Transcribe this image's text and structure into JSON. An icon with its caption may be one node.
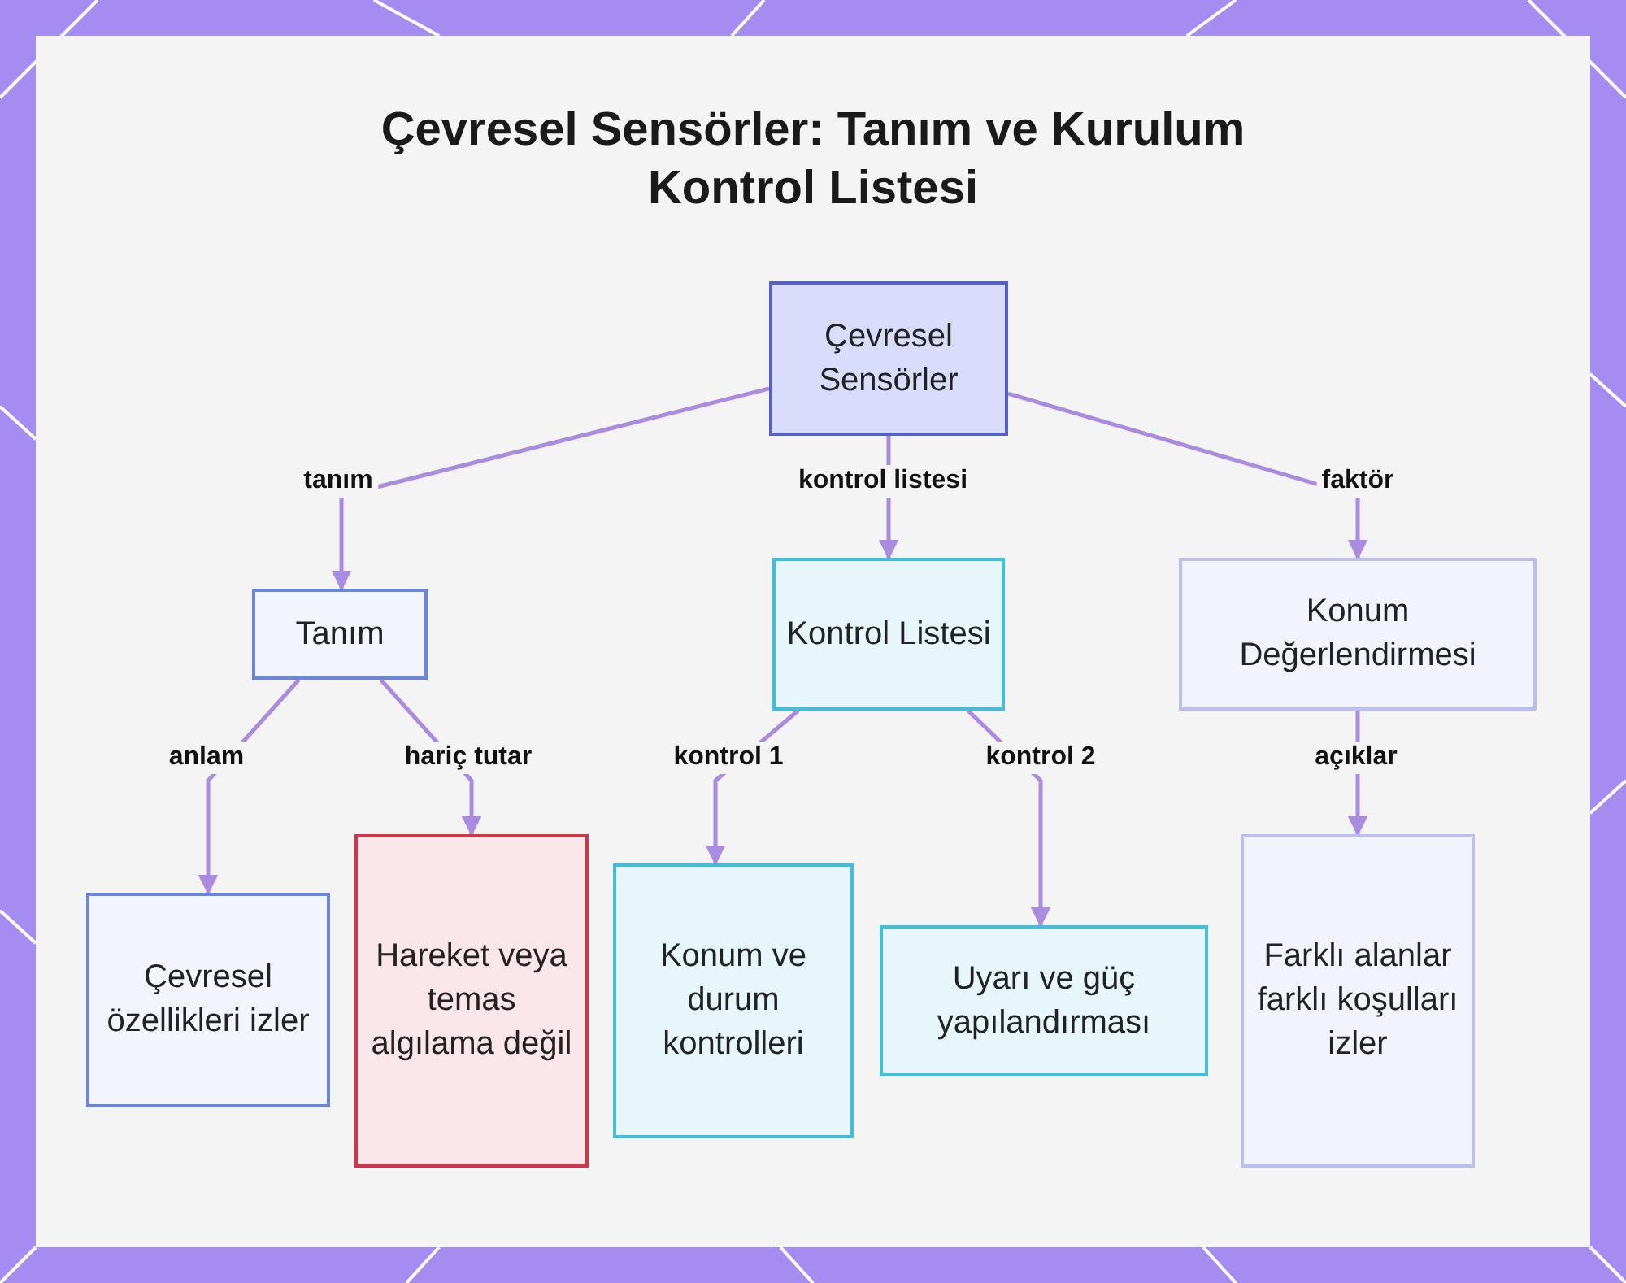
{
  "diagram": {
    "title": "Çevresel Sensörler: Tanım ve Kurulum Kontrol Listesi",
    "nodes": [
      {
        "text": [
          "Çevresel Sensörler"
        ]
      },
      {
        "text": [
          "Tanım"
        ]
      },
      {
        "text": [
          "Kontrol Listesi"
        ]
      },
      {
        "text": [
          "Konum Değerlendirmesi"
        ]
      },
      {
        "text": [
          "Çevresel özellikleri izler"
        ]
      },
      {
        "text": [
          "Hareket veya temas algılama değil"
        ]
      },
      {
        "text": [
          "Konum ve durum kontrolleri"
        ]
      },
      {
        "text": [
          "Uyarı ve güç yapılandırması"
        ]
      },
      {
        "text": [
          "Farklı alanlar farklı koşulları izler"
        ]
      }
    ],
    "edges": [
      {
        "from": 0,
        "to": 1,
        "arrow": "to",
        "label": "tanım"
      },
      {
        "from": 0,
        "to": 2,
        "arrow": "to",
        "label": "kontrol listesi"
      },
      {
        "from": 0,
        "to": 3,
        "arrow": "to",
        "label": "faktör"
      },
      {
        "from": 1,
        "to": 4,
        "arrow": "to",
        "label": "anlam"
      },
      {
        "from": 1,
        "to": 5,
        "arrow": "to",
        "label": "hariç tutar"
      },
      {
        "from": 2,
        "to": 6,
        "arrow": "to",
        "label": "kontrol 1"
      },
      {
        "from": 2,
        "to": 7,
        "arrow": "to",
        "label": "kontrol 2"
      },
      {
        "from": 3,
        "to": 8,
        "arrow": "to",
        "label": "açıklar"
      }
    ]
  }
}
